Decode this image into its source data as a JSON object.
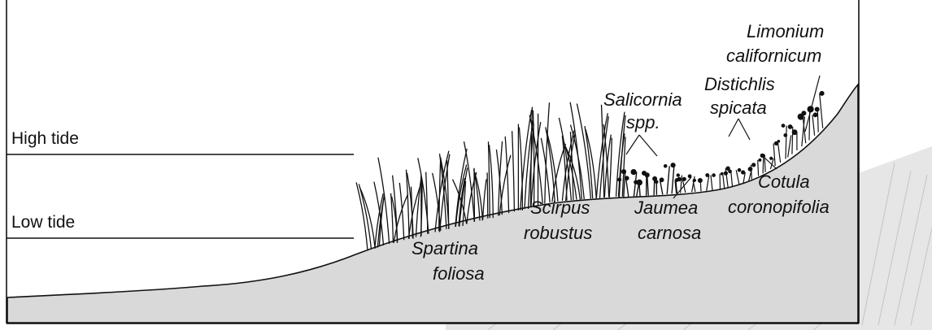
{
  "tides": {
    "high": "High tide",
    "low": "Low tide"
  },
  "species": {
    "spartina": [
      "Spartina",
      "foliosa"
    ],
    "scirpus": [
      "Scirpus",
      "robustus"
    ],
    "salicornia": [
      "Salicornia",
      "spp."
    ],
    "jaumea": [
      "Jaumea",
      "carnosa"
    ],
    "distichlis": [
      "Distichlis",
      "spicata"
    ],
    "limonium": [
      "Limonium",
      "californicum"
    ],
    "cotula": [
      "Cotula",
      "coronopifolia"
    ]
  },
  "colors": {
    "ground": "#d9d9d9",
    "ink": "#111111",
    "background": "#ffffff",
    "backdrop": "#e6e6e6"
  }
}
